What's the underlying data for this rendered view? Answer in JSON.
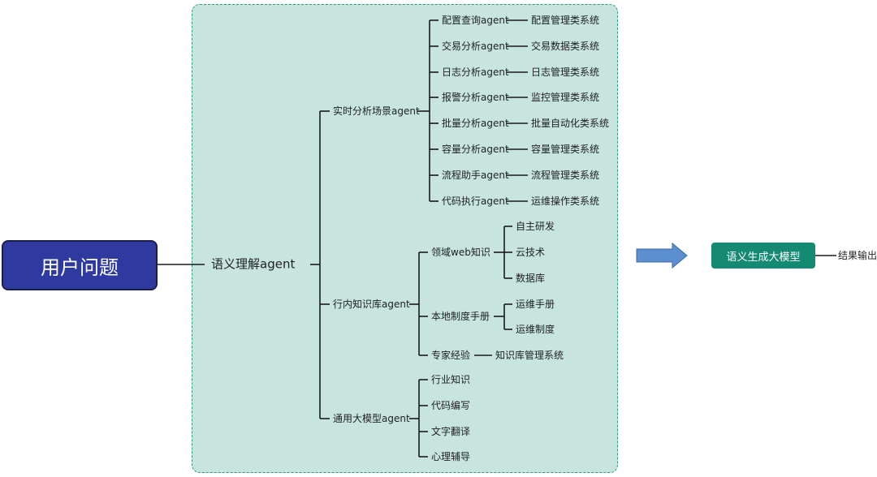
{
  "user_question": "用户问题",
  "semantic_agent": "语义理解agent",
  "branches": {
    "realtime": {
      "label": "实时分析场景agent",
      "items": [
        {
          "agent": "配置查询agent",
          "system": "配置管理类系统"
        },
        {
          "agent": "交易分析agent",
          "system": "交易数据类系统"
        },
        {
          "agent": "日志分析agent",
          "system": "日志管理类系统"
        },
        {
          "agent": "报警分析agent",
          "system": "监控管理类系统"
        },
        {
          "agent": "批量分析agent",
          "system": "批量自动化类系统"
        },
        {
          "agent": "容量分析agent",
          "system": "容量管理类系统"
        },
        {
          "agent": "流程助手agent",
          "system": "流程管理类系统"
        },
        {
          "agent": "代码执行agent",
          "system": "运维操作类系统"
        }
      ]
    },
    "knowledge": {
      "label": "行内知识库agent",
      "web": {
        "label": "领域web知识",
        "children": [
          "自主研发",
          "云技术",
          "数据库"
        ]
      },
      "local": {
        "label": "本地制度手册",
        "children": [
          "运维手册",
          "运维制度"
        ]
      },
      "expert": {
        "label": "专家经验",
        "child": "知识库管理系统"
      }
    },
    "general": {
      "label": "通用大模型agent",
      "items": [
        "行业知识",
        "代码编写",
        "文字翻译",
        "心理辅导"
      ]
    }
  },
  "generation": "语义生成大模型",
  "result": "结果输出",
  "colors": {
    "region_fill": "#c7e5de",
    "region_border": "#2a9d7c",
    "user_box": "#2e3aa0",
    "gen_box": "#158a72",
    "arrow": "#5b8fd0"
  }
}
